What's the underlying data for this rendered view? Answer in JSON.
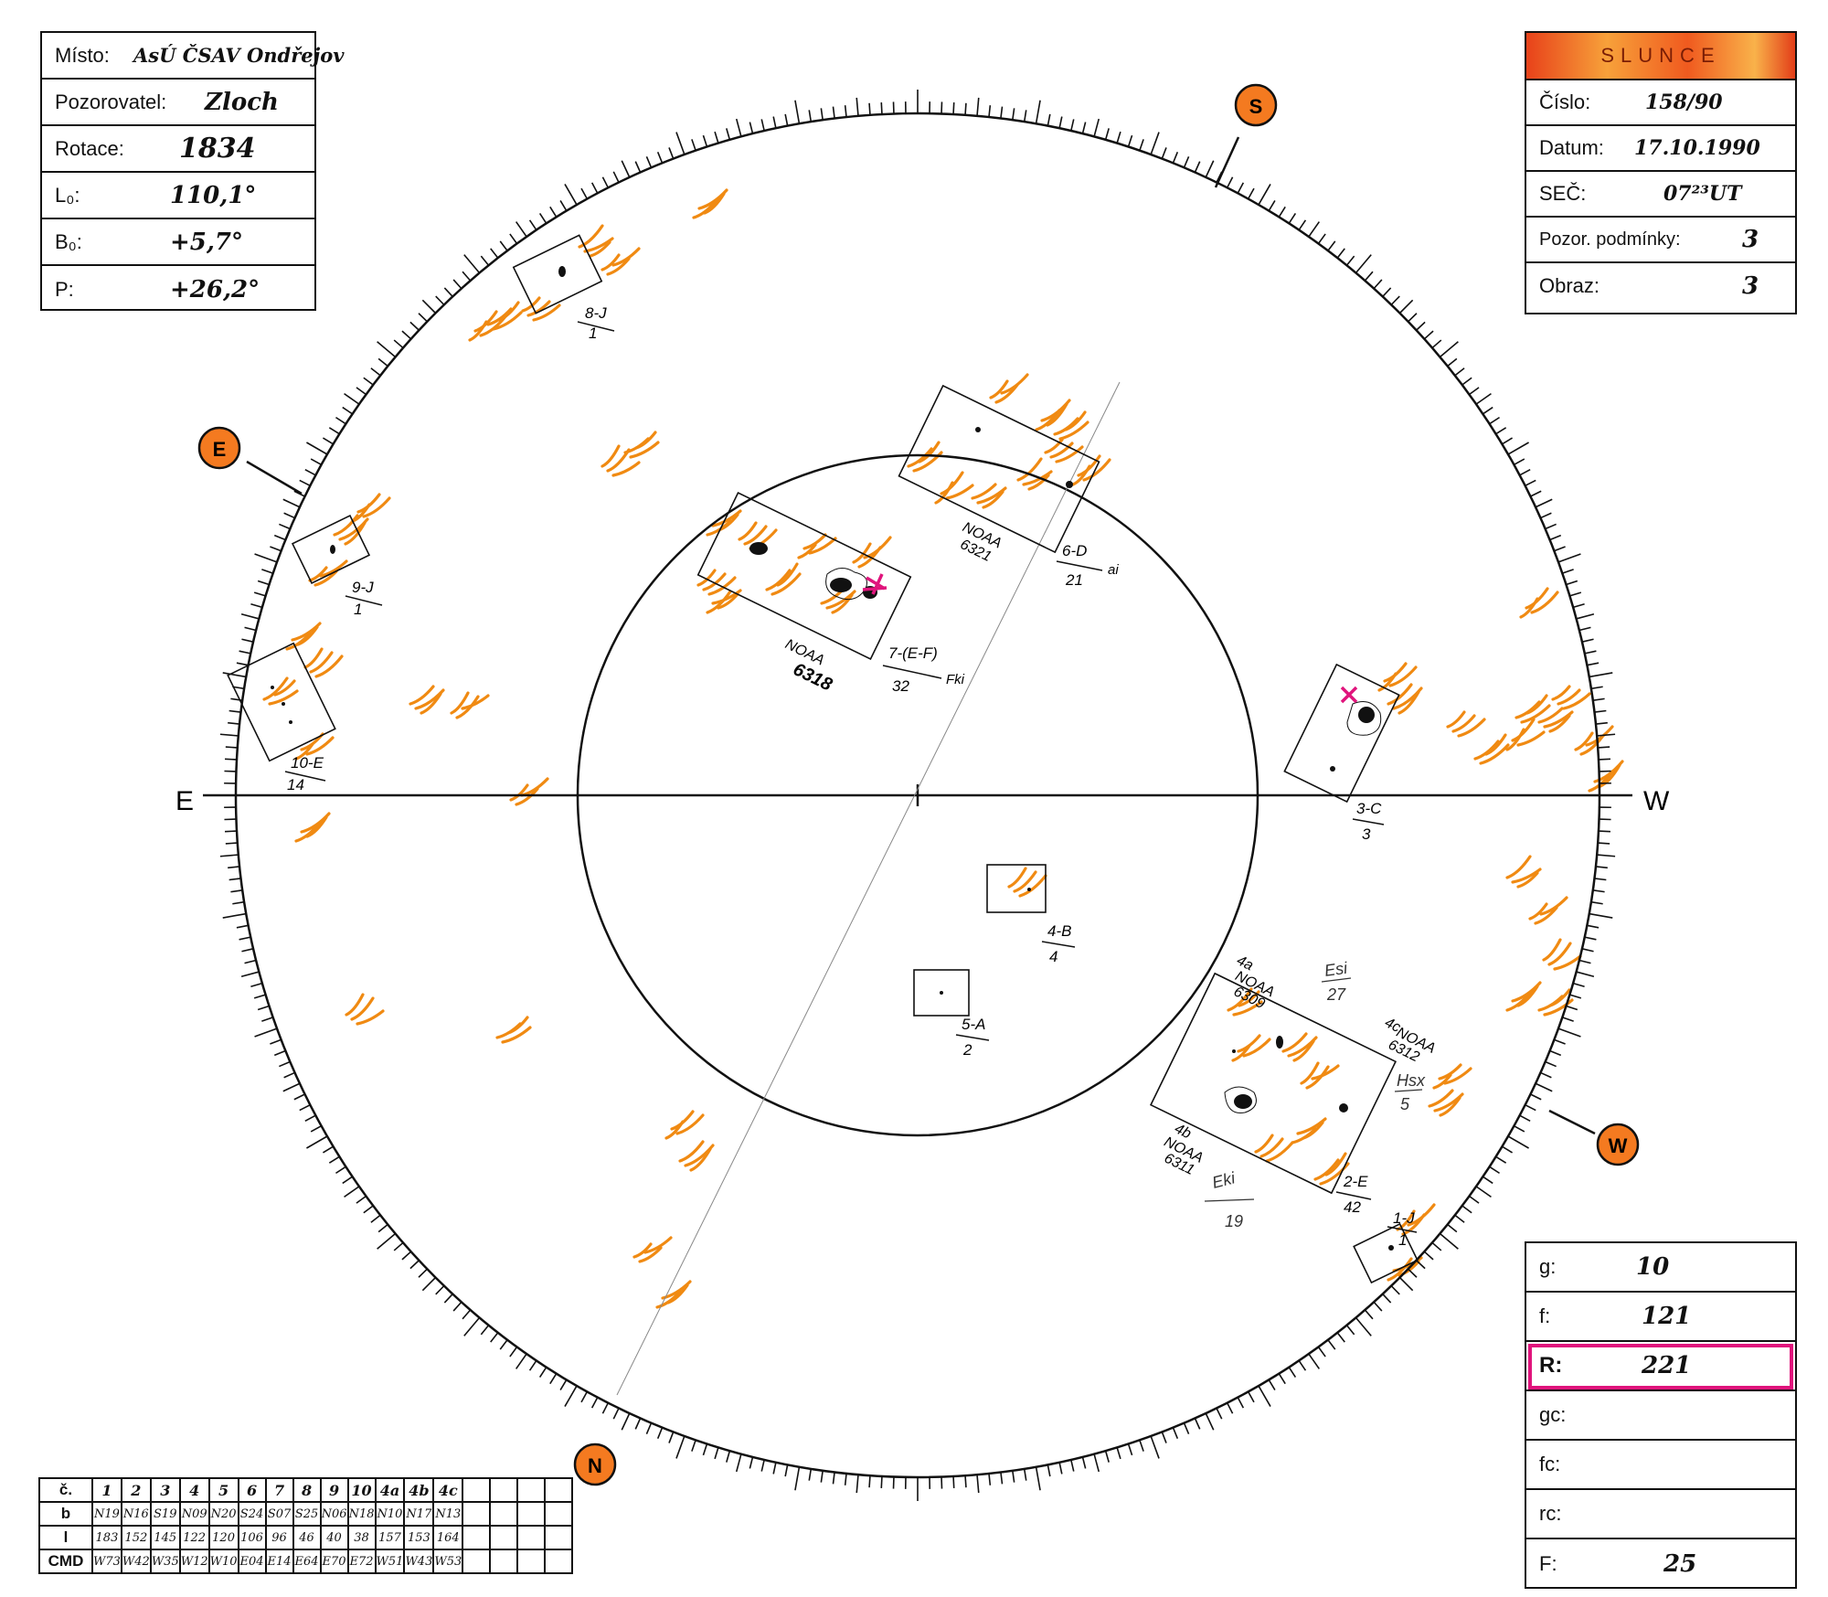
{
  "left_info": {
    "misto_label": "Místo:",
    "misto_value": "AsÚ ČSAV Ondřejov",
    "observer_label": "Pozorovatel:",
    "observer_value": "Zloch",
    "rotation_label": "Rotace:",
    "rotation_value": "1834",
    "l0_label": "L₀:",
    "l0_value": "110,1°",
    "b0_label": "B₀:",
    "b0_value": "+5,7°",
    "p_label": "P:",
    "p_value": "+26,2°"
  },
  "right_info": {
    "title": "SLUNCE",
    "number_label": "Číslo:",
    "number_value": "158/90",
    "date_label": "Datum:",
    "date_value": "17.10.1990",
    "time_label": "SEČ:",
    "time_value": "07²³UT",
    "conditions_label": "Pozor. podmínky:",
    "conditions_value": "3",
    "image_label": "Obraz:",
    "image_value": "3"
  },
  "counts": {
    "g_label": "g:",
    "g_value": "10",
    "f_label": "f:",
    "f_value": "121",
    "r_label": "R:",
    "r_value": "221",
    "gc_label": "gc:",
    "fc_label": "fc:",
    "rc_label": "rc:",
    "F_label": "F:",
    "F_value": "25"
  },
  "table": {
    "row_labels": [
      "č.",
      "b",
      "l",
      "CMD"
    ],
    "numbers": [
      "1",
      "2",
      "3",
      "4",
      "5",
      "6",
      "7",
      "8",
      "9",
      "10",
      "4a",
      "4b",
      "4c",
      "",
      "",
      "",
      ""
    ],
    "b": [
      "N19",
      "N16",
      "S19",
      "N09",
      "N20",
      "S24",
      "S07",
      "S25",
      "N06",
      "N18",
      "N10",
      "N17",
      "N13",
      "",
      "",
      "",
      ""
    ],
    "l": [
      "183",
      "152",
      "145",
      "122",
      "120",
      "106",
      "96",
      "46",
      "40",
      "38",
      "157",
      "153",
      "164",
      "",
      "",
      "",
      ""
    ],
    "cmd": [
      "W73",
      "W42",
      "W35",
      "W12",
      "W10",
      "E04",
      "E14",
      "E64",
      "E70",
      "E72",
      "W51",
      "W43",
      "W53",
      "",
      "",
      "",
      ""
    ]
  },
  "disk": {
    "east_label": "E",
    "west_label": "W",
    "marker_s": "S",
    "marker_e": "E",
    "marker_n": "N",
    "marker_w": "W",
    "groups": {
      "g1": {
        "num": "1-J",
        "den": "1"
      },
      "g2": {
        "num": "2-E",
        "den": "42"
      },
      "g3": {
        "num": "3-C",
        "den": "3"
      },
      "g4": {
        "num": "4-B",
        "den": "4"
      },
      "g5": {
        "num": "5-A",
        "den": "2"
      },
      "g6": {
        "num": "6-D",
        "den": "21",
        "suffix": "ai"
      },
      "g7": {
        "num": "7-(E-F)",
        "den": "32",
        "suffix": "Fki"
      },
      "g8": {
        "num": "8-J",
        "den": "1"
      },
      "g9": {
        "num": "9-J",
        "den": "1"
      },
      "g10": {
        "num": "10-E",
        "den": "14"
      }
    },
    "noaa": {
      "n6321": [
        "NOAA",
        "6321"
      ],
      "n6318": [
        "NOAA",
        "6318"
      ],
      "n6309": [
        "4a",
        "NOAA",
        "6309"
      ],
      "n6312": [
        "4c",
        "NOAA",
        "6312"
      ],
      "n6311": [
        "4b",
        "NOAA",
        "6311"
      ]
    },
    "notes": {
      "esi": "Esi",
      "esi_num": "27",
      "hsx": "Hsx",
      "hsx_num": "5",
      "eki": "Eki",
      "eki_num": "19"
    }
  },
  "colors": {
    "faculae": "#f08a12",
    "marker": "#f47a20",
    "highlight": "#e0147c"
  }
}
